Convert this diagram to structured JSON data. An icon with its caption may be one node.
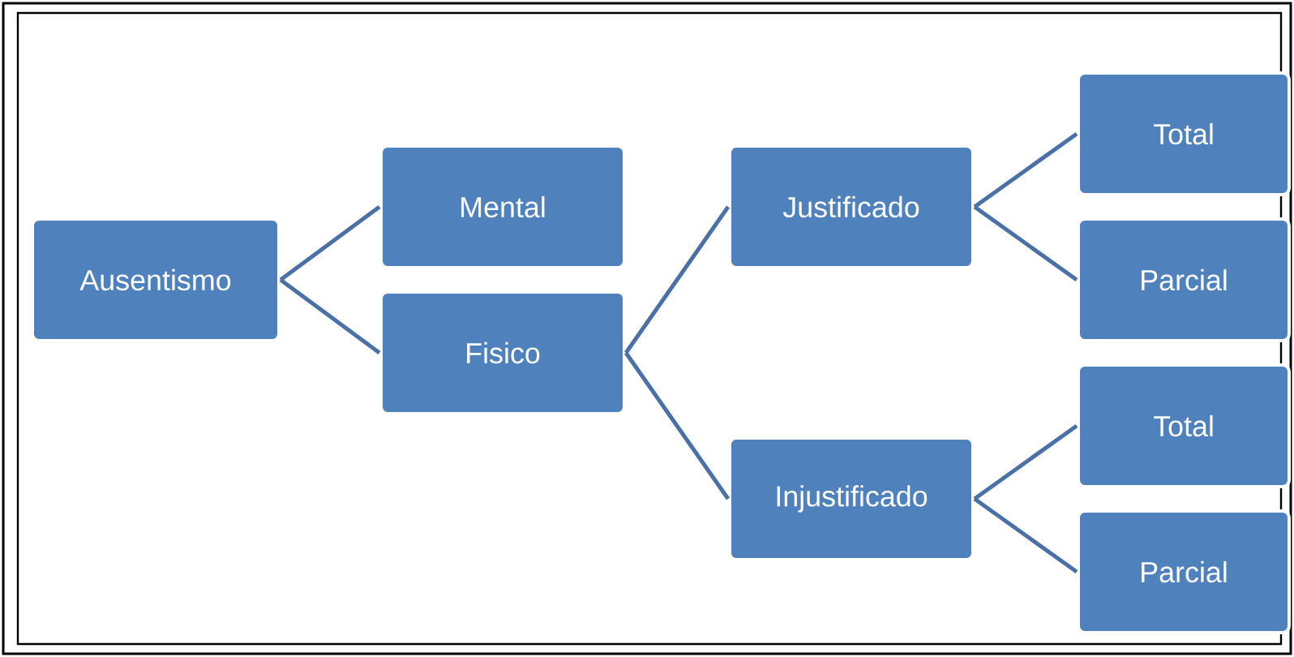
{
  "diagram": {
    "nodes": [
      {
        "text": [
          "Ausentismo"
        ]
      },
      {
        "text": [
          "Mental"
        ]
      },
      {
        "text": [
          "Fisico"
        ]
      },
      {
        "text": [
          "Justificado"
        ]
      },
      {
        "text": [
          "Injustificado"
        ]
      },
      {
        "text": [
          "Total"
        ]
      },
      {
        "text": [
          "Parcial"
        ]
      },
      {
        "text": [
          "Total"
        ]
      },
      {
        "text": [
          "Parcial"
        ]
      }
    ],
    "edges": [
      {
        "from": 0,
        "to": 1,
        "arrow": "none"
      },
      {
        "from": 0,
        "to": 2,
        "arrow": "none"
      },
      {
        "from": 2,
        "to": 3,
        "arrow": "none"
      },
      {
        "from": 2,
        "to": 4,
        "arrow": "none"
      },
      {
        "from": 3,
        "to": 5,
        "arrow": "none"
      },
      {
        "from": 3,
        "to": 6,
        "arrow": "none"
      },
      {
        "from": 4,
        "to": 7,
        "arrow": "none"
      },
      {
        "from": 4,
        "to": 8,
        "arrow": "none"
      }
    ]
  }
}
